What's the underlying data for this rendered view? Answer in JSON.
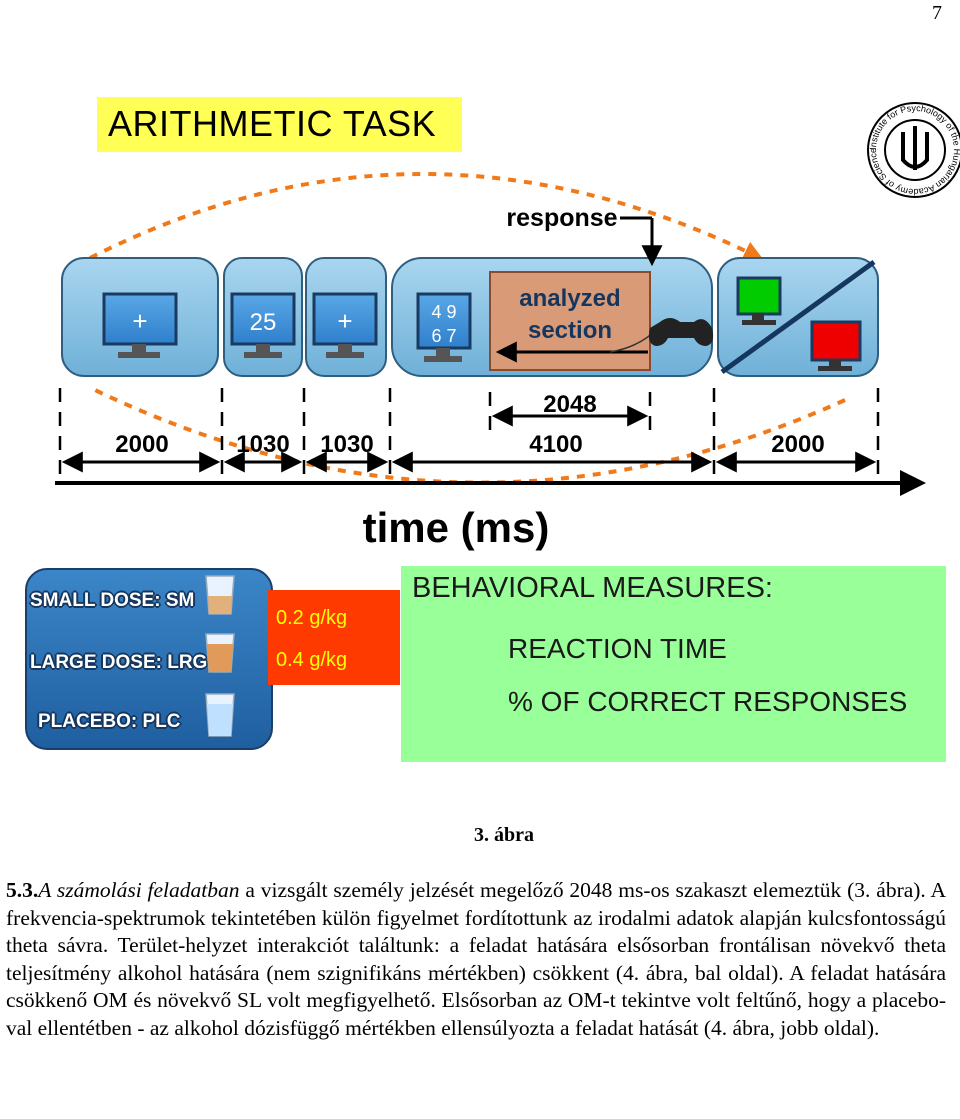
{
  "page_number": "7",
  "figure": {
    "title": "ARITHMETIC TASK",
    "response_label": "response",
    "analyzed_label_line1": "analyzed",
    "analyzed_label_line2": "section",
    "screens": [
      "+",
      "25",
      "+"
    ],
    "digits_line1": "4 9",
    "digits_line2": "6 7",
    "durations": [
      "2000",
      "1030",
      "1030",
      "4100",
      "2000"
    ],
    "analyzed_duration": "2048",
    "axis_label": "time (ms)",
    "logo_text": "Institute for Psychology of the Hungarian Academy of Sciences",
    "colors": {
      "panel_blue": "#8ec6e6",
      "analyzed": "#d99a78",
      "arrow_orange": "#f07a1a",
      "title_yellow": "#ffff55",
      "measures_green": "#99ff99",
      "dose_red": "#ff3a00"
    }
  },
  "doses": [
    {
      "label": "SMALL DOSE: SM",
      "amount": "0.2 g/kg"
    },
    {
      "label": "LARGE DOSE: LRG",
      "amount": "0.4 g/kg"
    },
    {
      "label": "PLACEBO: PLC",
      "amount": ""
    }
  ],
  "measures": {
    "title": "BEHAVIORAL MEASURES:",
    "items": [
      "REACTION TIME",
      "% OF CORRECT RESPONSES"
    ]
  },
  "caption": "3. ábra",
  "body": {
    "section_number": "5.3.",
    "italic_lead": "A számolási feladatban",
    "text": " a vizsgált személy jelzését megelőző 2048 ms-os szakaszt elemeztük (3. ábra). A frekvencia-spektrumok tekintetében külön figyelmet fordítottunk az irodalmi adatok alapján kulcsfontosságú theta sávra. Terület-helyzet interakciót találtunk: a feladat hatására elsősorban frontálisan növekvő theta teljesítmény alkohol hatására (nem szignifikáns mértékben) csökkent (4. ábra, bal oldal). A feladat hatására csökkenő OM és növekvő SL volt megfigyelhető. Elsősorban az OM-t tekintve volt feltűnő, hogy a placebo-val ellentétben - az alkohol dózisfüggő mértékben ellensúlyozta a feladat hatását (4. ábra, jobb oldal)."
  }
}
